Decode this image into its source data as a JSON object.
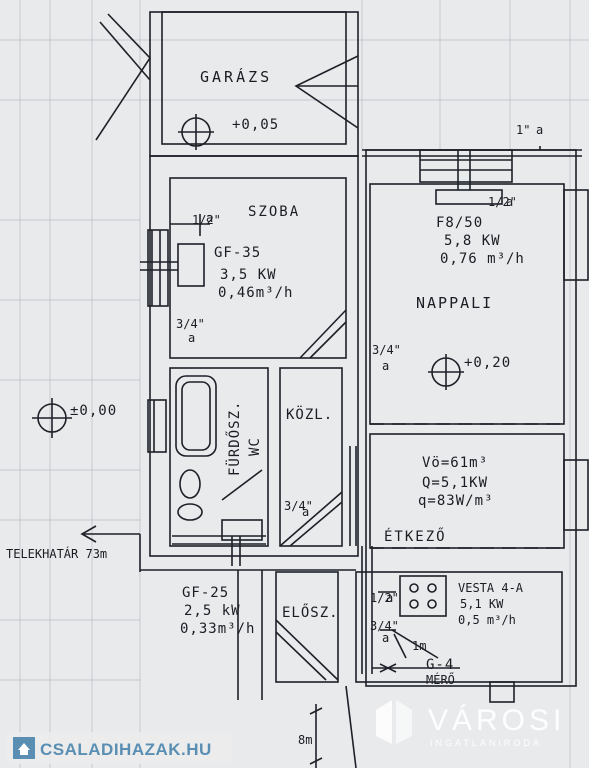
{
  "rooms": {
    "garage": {
      "name": "GARÁZS",
      "level": "+0,05"
    },
    "bedroom": {
      "name": "SZOBA",
      "heater": "GF-35",
      "power": "3,5 KW",
      "flow": "0,46m³/h",
      "pipe_top": "1/2\"",
      "pipe_top_sub": "a",
      "pipe_bottom": "3/4\"",
      "pipe_bottom_sub": "a"
    },
    "living": {
      "name": "NAPPALI",
      "heater": "F8/50",
      "power": "5,8 KW",
      "flow": "0,76 m³/h",
      "level": "+0,20",
      "pipe_top": "1/2\"",
      "pipe_top_sub": "a",
      "pipe_side": "3/4\"",
      "pipe_side_sub": "a"
    },
    "bath": {
      "name": "FÜRDŐSZ.",
      "wc": "WC"
    },
    "corridor": {
      "name": "KÖZL."
    },
    "dining": {
      "name": "ÉTKEZŐ",
      "volume": "Vö=61m³",
      "power": "Q=5,1KW",
      "specific": "q=83W/m³"
    },
    "hall": {
      "name": "ELŐSZ."
    },
    "kitchen": {
      "name": "VESTA 4-A",
      "power": "5,1 KW",
      "flow": "0,5 m³/h",
      "pipe_a": "1/2\"",
      "pipe_a_sub": "a",
      "pipe_b": "3/4\"",
      "pipe_b_sub": "a",
      "pipe_len": "1m"
    }
  },
  "outside": {
    "level": "±0,00",
    "boundary": "TELEKHATÁR 73m",
    "heater": "GF-25",
    "power": "2,5 kW",
    "flow": "0,33m³/h",
    "meter": "G-4",
    "meter_label": "MÉRŐ",
    "corridor_pipe": "3/4\"",
    "corridor_pipe_sub": "a",
    "top_pipe": "1\"",
    "top_pipe_sub": "a",
    "bottom_dim": "8m"
  },
  "watermarks": {
    "left_logo": "CSALADIHAZAK.HU",
    "right_logo": "VÁROSI",
    "right_tagline": "INGATLANIRODA"
  }
}
